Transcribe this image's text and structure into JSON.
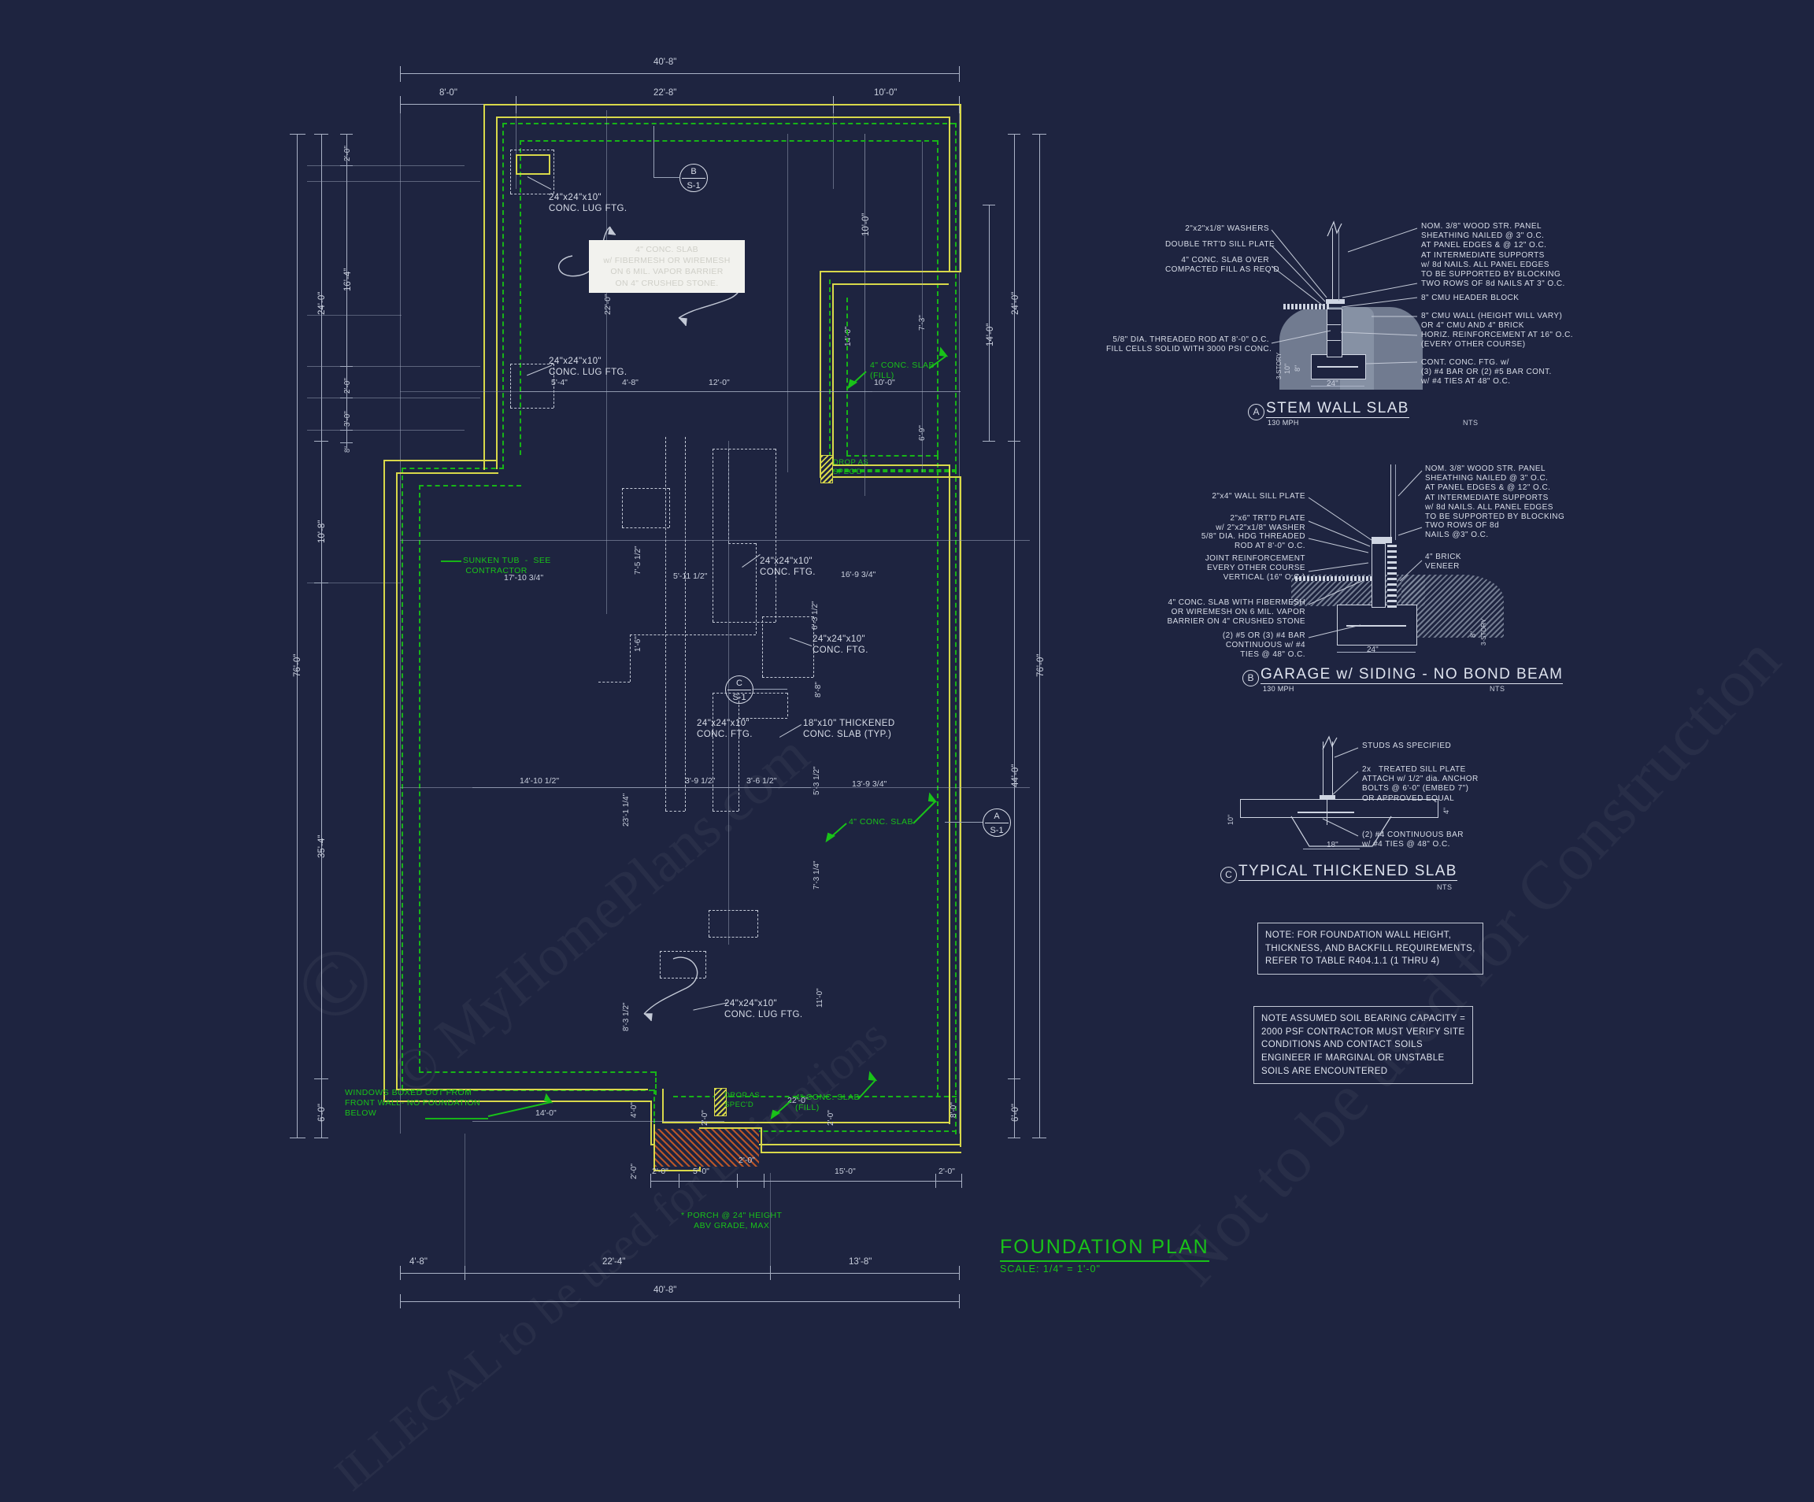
{
  "sheet": {
    "title": "FOUNDATION PLAN",
    "scale": "SCALE: 1/4\" = 1'-0\"",
    "background_color": "#1e2440",
    "line_color": "#c3c9d6",
    "green_color": "#19c219",
    "yellow_color": "#d8d84a"
  },
  "watermarks": [
    "© MyHomePlans.com",
    "ILLEGAL to be used for Estimations",
    "Not to be used for Construction"
  ],
  "plan": {
    "dimensions_top": {
      "overall": "40'-8\"",
      "segments": [
        "8'-0\"",
        "22'-8\"",
        "10'-0\""
      ]
    },
    "dimensions_bottom": {
      "overall": "40'-8\"",
      "row1": [
        "4'-8\"",
        "22'-4\"",
        "13'-8\""
      ],
      "row2": [
        "2'-0\"",
        "5'-0\"",
        "2'-0\"",
        "15'-0\"",
        "2'-0\""
      ],
      "row3": [
        "14'-0\"",
        "22'-0\""
      ]
    },
    "dimensions_left": {
      "overall": "76'-0\"",
      "upper_chain": [
        "2'-0\"",
        "16'-4\"",
        "2'-0\"",
        "3'-0\"",
        "8\""
      ],
      "groups": [
        "24'-0\"",
        "10'-8\"",
        "35'-4\"",
        "6'-0\""
      ]
    },
    "dimensions_right": {
      "overall": "76'-0\"",
      "groups": [
        "24'-0\"",
        "14'-0\"",
        "10'-0\"",
        "44'-0\"",
        "6'-0\""
      ],
      "sub": [
        "7'-3\"",
        "6'-9\"",
        "8'-0\"",
        "2'-0\""
      ]
    },
    "interior_dims": [
      "22'-0\"",
      "5'-4\"",
      "4'-8\"",
      "12'-0\"",
      "10'-0\"",
      "17'-10 3/4\"",
      "5'-11 1/2\"",
      "7'-5 1/2\"",
      "1'-6\"",
      "16'-9 3/4\"",
      "6'-3 1/2\"",
      "8'-8\"",
      "5'-3 1/2\"",
      "13'-9 3/4\"",
      "7'-3 1/4\"",
      "3'-9 1/2\"",
      "3'-6 1/2\"",
      "23'-1 1/4\"",
      "8'-3 1/2\"",
      "11'-0\"",
      "14'-10 1/2\"",
      "14'-0\"",
      "22'-0\"",
      "6'-0\"",
      "4'-0\"",
      "2'-0\"",
      "8'-0\""
    ],
    "callouts_white": [
      {
        "id": "lug-ftg-1",
        "text": "24\"x24\"x10\"\nCONC. LUG FTG."
      },
      {
        "id": "lug-ftg-2",
        "text": "24\"x24\"x10\"\nCONC. LUG FTG."
      },
      {
        "id": "conc-ftg-1",
        "text": "24\"x24\"x10\"\nCONC. FTG."
      },
      {
        "id": "conc-ftg-2",
        "text": "24\"x24\"x10\"\nCONC. FTG."
      },
      {
        "id": "conc-ftg-3",
        "text": "24\"x24\"x10\"\nCONC. FTG."
      },
      {
        "id": "thick-slab",
        "text": "18\"x10\" THICKENED\nCONC. SLAB (TYP.)"
      },
      {
        "id": "lug-ftg-3",
        "text": "24\"x24\"x10\"\nCONC. LUG FTG."
      }
    ],
    "callouts_green": [
      {
        "id": "slab-fill-ne",
        "text": "4\" CONC. SLAB\n(FILL)"
      },
      {
        "id": "sunken-tub",
        "text": "SUNKEN TUB  -  SEE\n CONTRACTOR"
      },
      {
        "id": "drop-spec-1",
        "text": "DROP AS\nSPEC'D"
      },
      {
        "id": "drop-spec-2",
        "text": "DROP AS\nSPEC'D"
      },
      {
        "id": "conc-slab-mid",
        "text": "4\" CONC. SLAB"
      },
      {
        "id": "slab-fill-s",
        "text": "4\" CONC. SLAB\n(FILL)"
      },
      {
        "id": "windows-note",
        "text": "WINDOWS BOXED OUT FROM\nFRONT WALL- NO FOUNDATION\nBELOW"
      },
      {
        "id": "porch-note",
        "text": "* PORCH @ 24\" HEIGHT\nABV GRADE, MAX"
      }
    ],
    "highlight_box": {
      "text": "4\" CONC. SLAB\nw/ FIBERMESH OR WIREMESH\nON 6 MIL. VAPOR BARRIER\nON 4\" CRUSHED STONE."
    },
    "bubbles": [
      {
        "id": "bubble-b",
        "mark": "B",
        "sheet": "S-1"
      },
      {
        "id": "bubble-c",
        "mark": "C",
        "sheet": "S-1"
      },
      {
        "id": "bubble-a",
        "mark": "A",
        "sheet": "S-1"
      }
    ]
  },
  "details": [
    {
      "id": "detail-a",
      "mark": "A",
      "title": "STEM WALL SLAB",
      "subtitle": "130 MPH",
      "nts": "NTS",
      "labels_left": [
        "2\"x2\"x1/8\" WASHERS",
        "DOUBLE TRT'D SILL PLATE",
        "4\" CONC. SLAB OVER\nCOMPACTED FILL AS REQ'D",
        "5/8\" DIA. THREADED ROD AT 8'-0\" O.C.\nFILL CELLS SOLID WITH 3000 PSI CONC."
      ],
      "labels_right": [
        "NOM. 3/8\" WOOD STR. PANEL\nSHEATHING NAILED @ 3\" O.C.\nAT PANEL EDGES & @ 12\" O.C.\nAT INTERMEDIATE SUPPORTS\nw/ 8d NAILS. ALL PANEL EDGES\nTO BE SUPPORTED BY BLOCKING",
        "TWO ROWS OF 8d NAILS AT 3\" O.C.",
        "8\" CMU HEADER BLOCK",
        "8\" CMU WALL (HEIGHT WILL VARY)\nOR 4\" CMU AND 4\" BRICK",
        "HORIZ. REINFORCEMENT AT 16\" O.C.\n(EVERY OTHER COURSE)",
        "CONT. CONC. FTG. w/\n(3) #4 BAR OR (2) #5 BAR CONT.\nw/ #4 TIES AT 48\" O.C."
      ],
      "dims": [
        "24\"",
        "8\"",
        "10\"",
        "3-STORY"
      ]
    },
    {
      "id": "detail-b",
      "mark": "B",
      "title": "GARAGE w/ SIDING - NO BOND BEAM",
      "subtitle": "130 MPH",
      "nts": "NTS",
      "labels_left": [
        "2\"x4\" WALL SILL PLATE",
        "2\"x6\" TRT'D PLATE\nw/ 2\"x2\"x1/8\" WASHER",
        "5/8\" DIA. HDG THREADED\nROD AT 8'-0\" O.C.",
        "JOINT REINFORCEMENT\nEVERY OTHER COURSE\nVERTICAL (16\" O.C.)",
        "4\" CONC. SLAB WITH FIBERMESH\nOR WIREMESH ON 6 MIL. VAPOR\nBARRIER ON 4\" CRUSHED STONE",
        "(2) #5 OR (3) #4 BAR\nCONTINUOUS w/ #4\nTIES @ 48\" O.C."
      ],
      "labels_right": [
        "NOM. 3/8\" WOOD STR. PANEL\nSHEATHING NAILED @ 3\" O.C.\nAT PANEL EDGES & @ 12\" O.C.\nAT INTERMEDIATE SUPPORTS\nw/ 8d NAILS. ALL PANEL EDGES\nTO BE SUPPORTED BY BLOCKING",
        "TWO ROWS OF 8d\nNAILS @3\" O.C.",
        "4\" BRICK\nVENEER"
      ],
      "dims": [
        "24\"",
        "8\"",
        "3-STORY"
      ]
    },
    {
      "id": "detail-c",
      "mark": "C",
      "title": "TYPICAL THICKENED SLAB",
      "subtitle": "",
      "nts": "NTS",
      "labels_right": [
        "STUDS AS SPECIFIED",
        "2x   TREATED SILL PLATE\nATTACH w/ 1/2\" dia. ANCHOR\nBOLTS @ 6'-0\" (EMBED 7\")\nOR APPROVED EQUAL",
        "(2) #4 CONTINUOUS BAR\nw/ #4 TIES @ 48\" O.C."
      ],
      "dims": [
        "18\"",
        "10\"",
        "4\""
      ]
    }
  ],
  "notes": [
    "NOTE: FOR FOUNDATION WALL HEIGHT,\nTHICKNESS, AND BACKFILL REQUIREMENTS,\nREFER TO TABLE R404.1.1 (1 THRU 4)",
    "NOTE ASSUMED SOIL BEARING CAPACITY =\n2000 PSF CONTRACTOR MUST VERIFY SITE\nCONDITIONS AND CONTACT SOILS\nENGINEER IF MARGINAL OR UNSTABLE\nSOILS ARE ENCOUNTERED"
  ]
}
